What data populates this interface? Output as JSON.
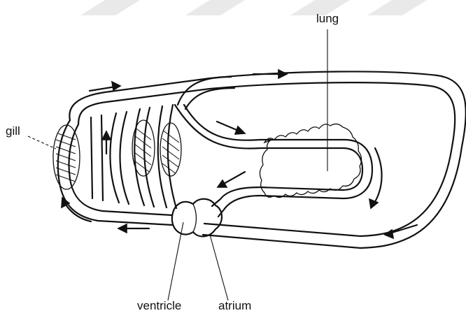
{
  "labels": {
    "lung": "lung",
    "gill": "gill",
    "ventricle": "ventricle",
    "atrium": "atrium"
  }
}
